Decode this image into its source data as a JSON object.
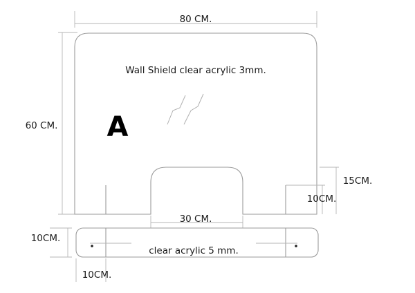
{
  "diagram": {
    "panel_label": "A",
    "wall_shield_text": "Wall Shield clear acrylic 3mm.",
    "base_text": "clear acrylic 5 mm.",
    "dim_width": "80 CM.",
    "dim_height": "60 CM.",
    "dim_cutout_width": "30 CM.",
    "dim_cutout_height": "15CM.",
    "dim_slot_height": "10CM.",
    "dim_base_height": "10CM.",
    "dim_base_width": "10CM."
  },
  "colors": {
    "outline": "#9a9a9a",
    "text": "#1a1a1a",
    "label": "#000000"
  }
}
